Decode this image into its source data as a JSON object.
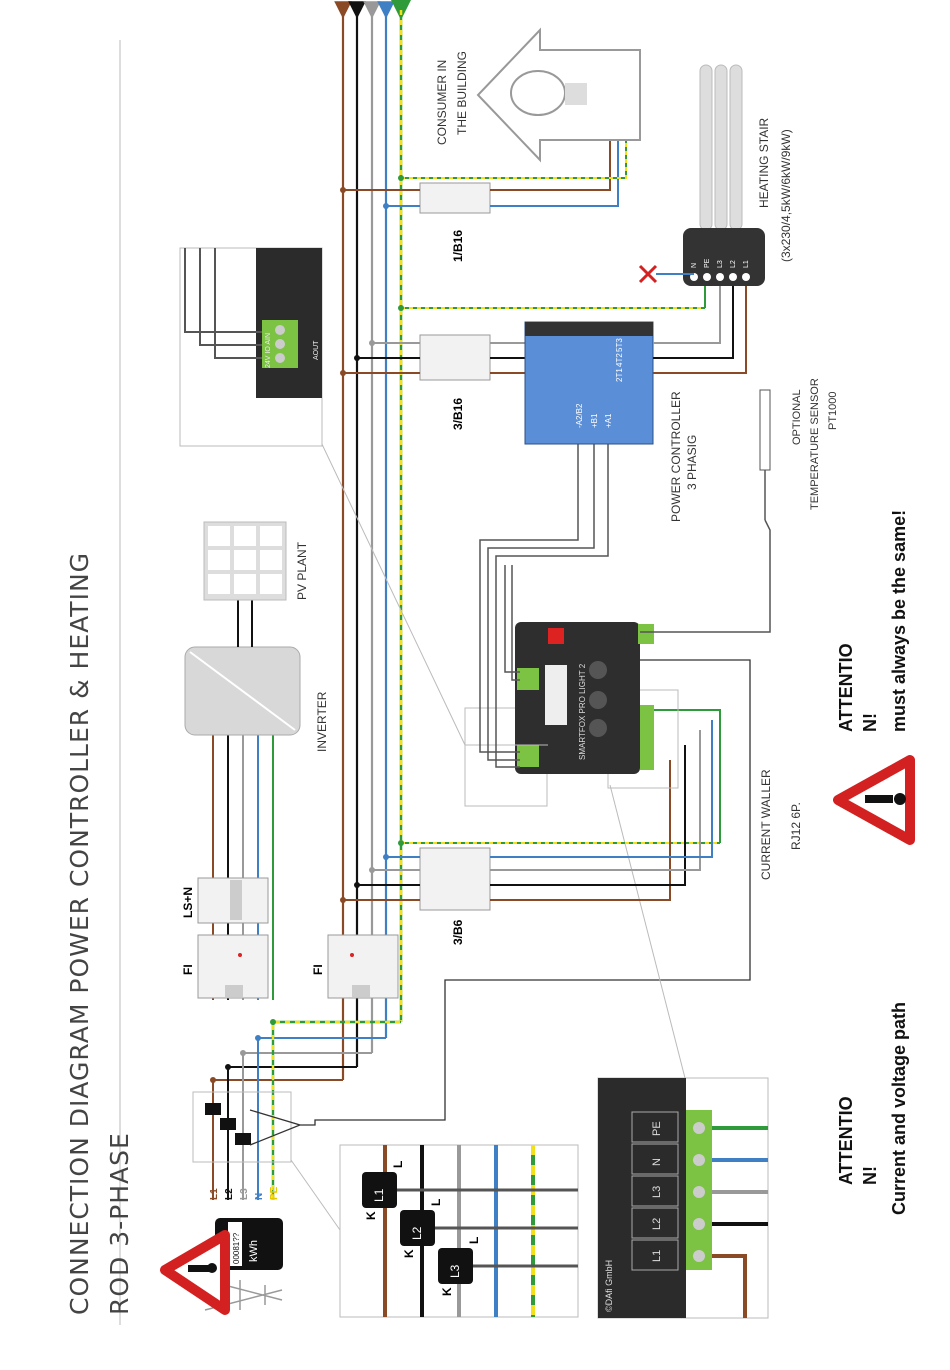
{
  "title": "CONNECTION DIAGRAM POWER CONTROLLER & HEATING",
  "subtitle": "ROD 3-PHASE",
  "labels": {
    "pv_plant": "PV PLANT",
    "inverter": "INVERTER",
    "consumer_line1": "CONSUMER IN",
    "consumer_line2": "THE BUILDING",
    "heating_line1": "HEATING STAIR",
    "heating_line2": "(3x230/4,5kW/6kW/9kW)",
    "power_ctrl_line1": "POWER CONTROLLER",
    "power_ctrl_line2": "3 PHASIG",
    "sensor_line1": "OPTIONAL",
    "sensor_line2": "TEMPERATURE SENSOR",
    "sensor_line3": "PT1000",
    "current_waller": "CURRENT WALLER",
    "rj12": "RJ12 6P.",
    "breaker_1b16": "1/B16",
    "breaker_3b16": "3/B16",
    "breaker_3b6": "3/B6",
    "lsn": "LS+N",
    "fi": "FI",
    "meter_count": "00081??",
    "meter_unit": "kWh",
    "copyright": "©DAfi GmbH",
    "device_name": "SMARTFOX PRO LIGHT 2"
  },
  "legend_lines": [
    "L1",
    "L2",
    "L3",
    "N",
    "PE"
  ],
  "pc_terminals_left": [
    "-A2/B2",
    "+B1",
    "+A1"
  ],
  "pc_terminals_right": [
    "5T3",
    "4T2",
    "2T1"
  ],
  "heater_terminals": [
    "N",
    "PE",
    "L3",
    "L2",
    "L1"
  ],
  "detail_terminals": [
    "L1",
    "L2",
    "L3",
    "N",
    "PE"
  ],
  "ct_labels": [
    "L1",
    "L2",
    "L3"
  ],
  "ct_k": "K",
  "ct_l": "L",
  "aout_terminals": "24V IO AIN",
  "aout_label": "AOUT",
  "attention1": {
    "line1": "ATTENTIO",
    "line2": "N!",
    "line3": "Current and voltage path"
  },
  "attention2": {
    "line1": "ATTENTIO",
    "line2": "N!",
    "line3": "must always be the same!"
  },
  "colors": {
    "L1": "#8b4a26",
    "L2": "#111111",
    "L3": "#999999",
    "N": "#3f7fc4",
    "PE": "#2e9a3a",
    "PE_stripe": "#f2e01a",
    "warning": "#d32020",
    "controller": "#5a8fd8",
    "terminal": "#7cc243"
  }
}
